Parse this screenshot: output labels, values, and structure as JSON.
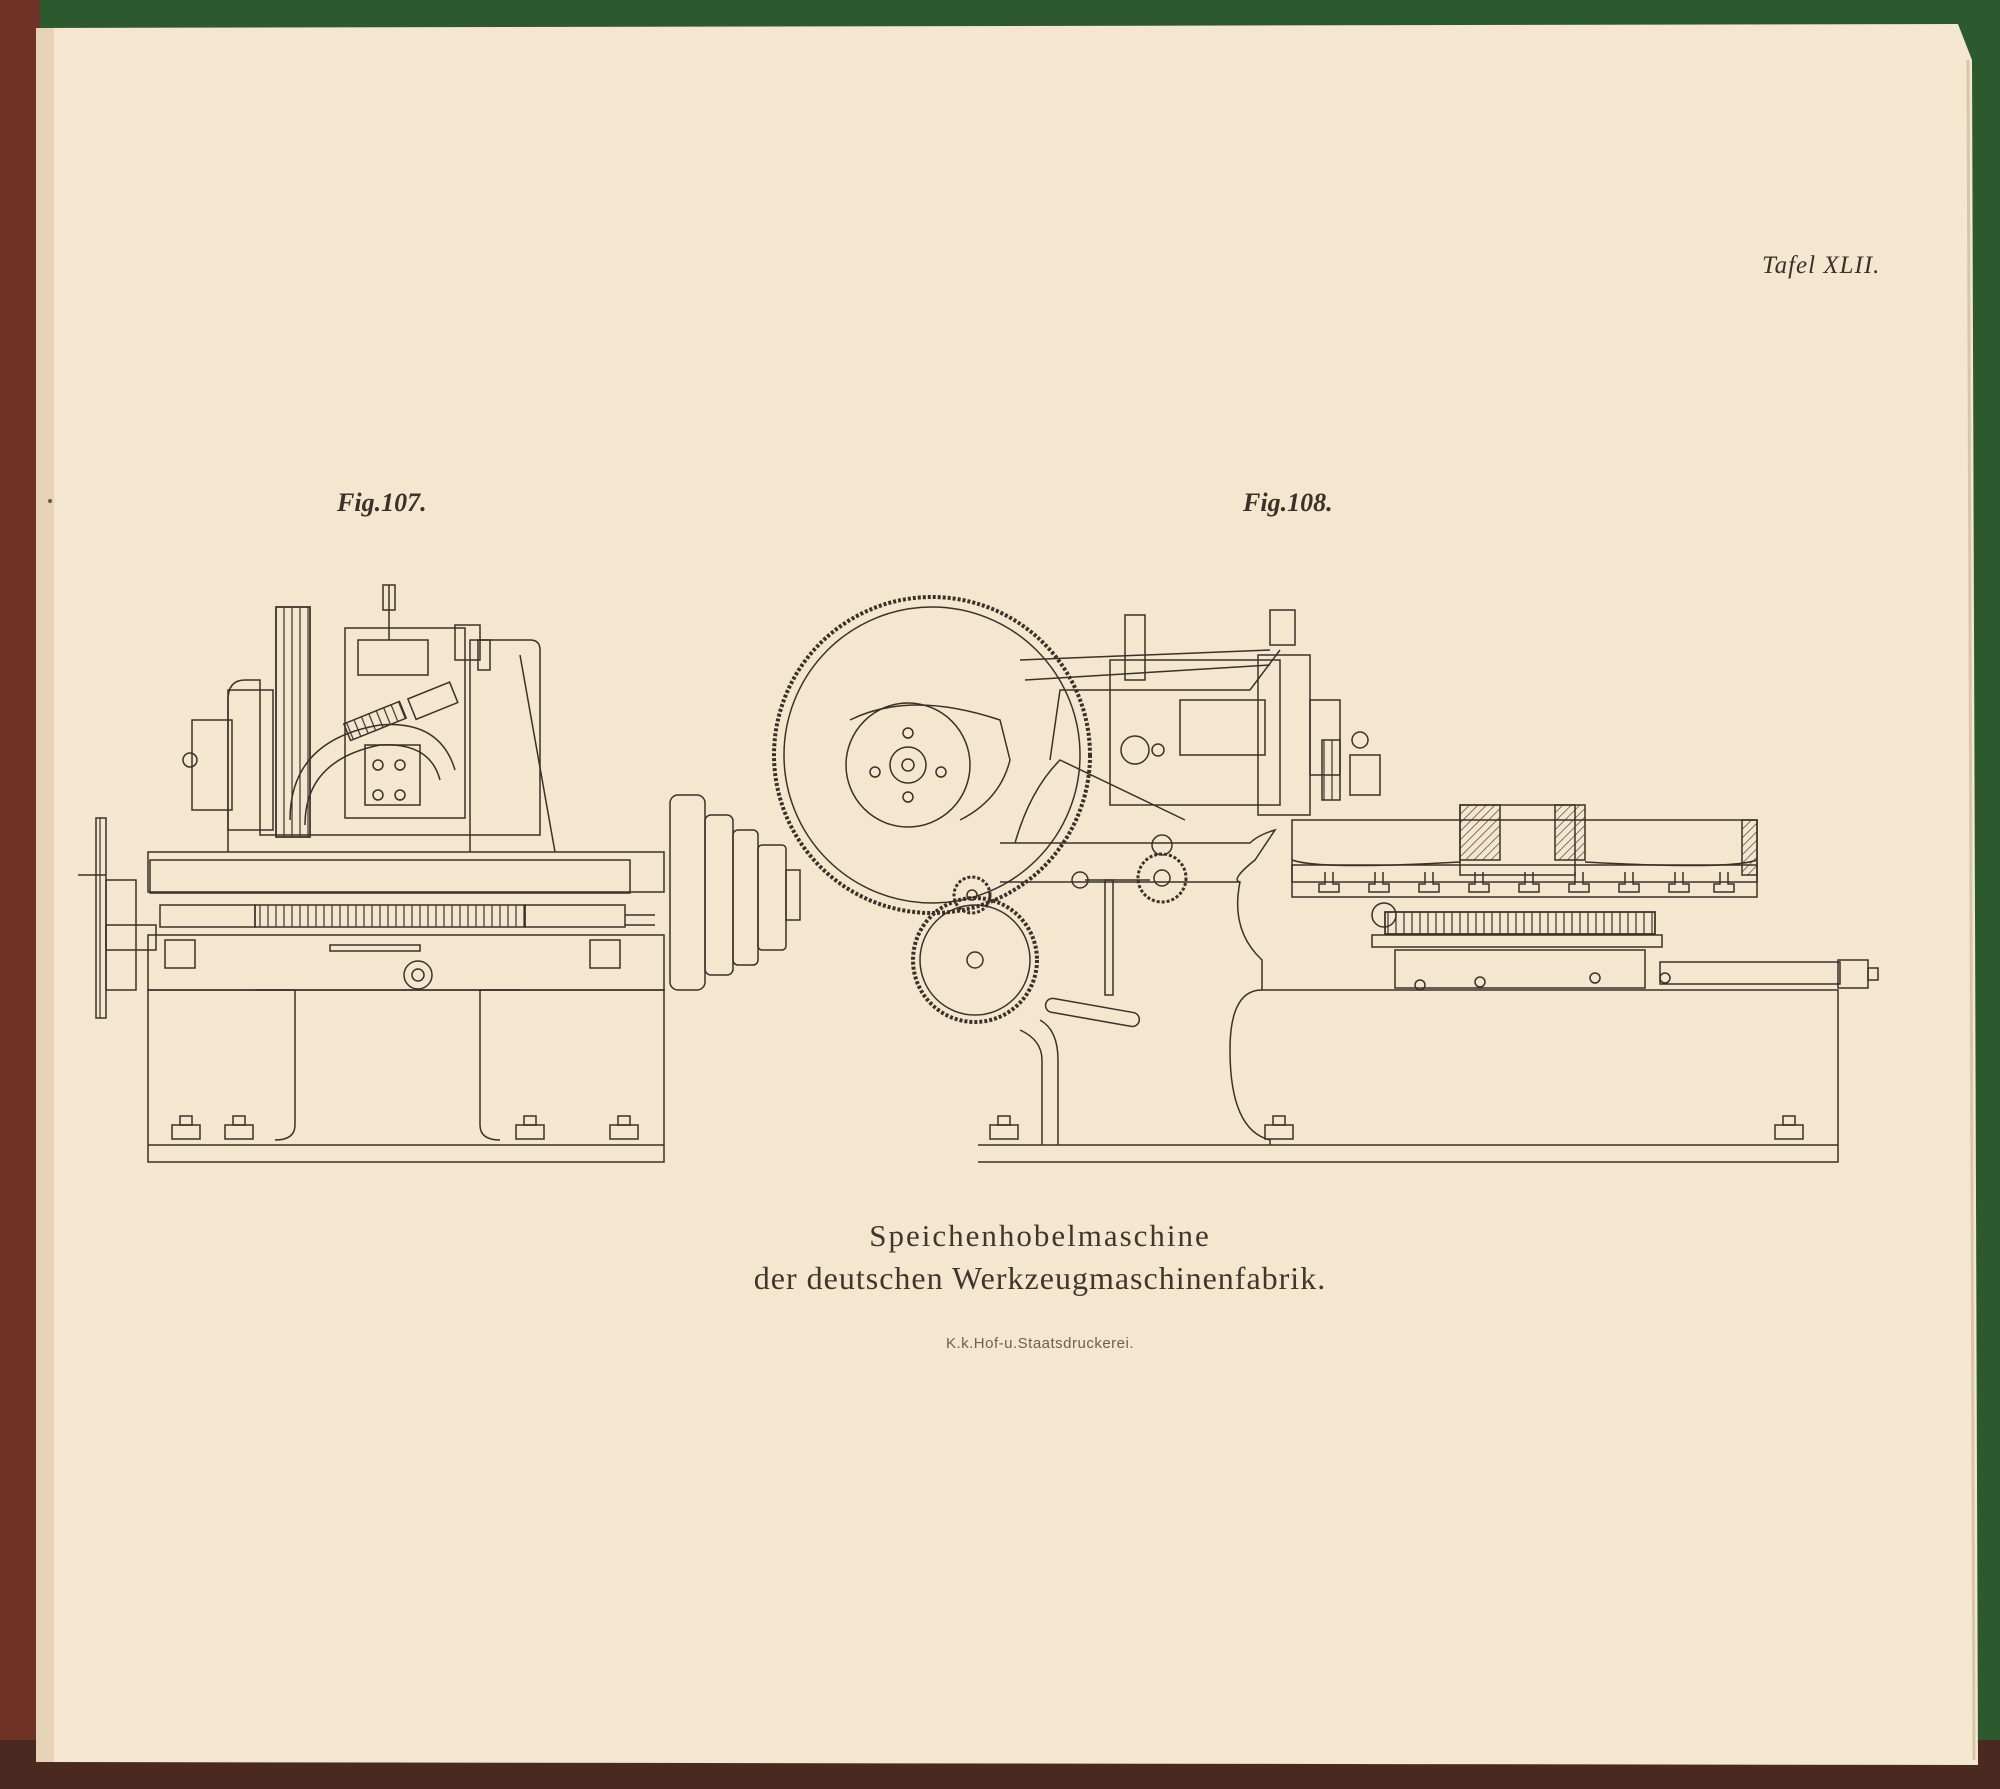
{
  "plate": {
    "label": "Tafel XLII."
  },
  "figures": [
    {
      "label": "Fig.107."
    },
    {
      "label": "Fig.108."
    }
  ],
  "caption": {
    "line1": "Speichenhobelmaschine",
    "line2": "der deutschen Werkzeugmaschinenfabrik."
  },
  "printer": "K.k.Hof-u.Staatsdruckerei.",
  "colors": {
    "paper": "#f4e6cf",
    "ink": "#3a3128",
    "binding_cloth": "#2c5a2e",
    "cover_edge": "#7a3a2c"
  }
}
